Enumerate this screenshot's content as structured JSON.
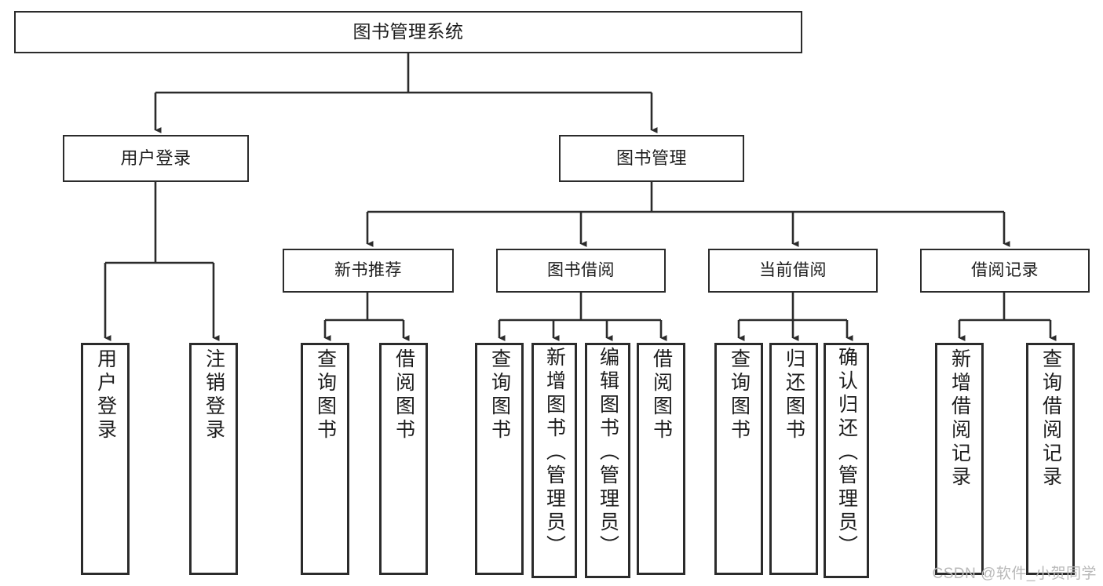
{
  "diagram": {
    "title": "图书管理系统",
    "type": "tree-hierarchy-chart",
    "root": {
      "label": "图书管理系统"
    },
    "level2": [
      {
        "label": "用户登录"
      },
      {
        "label": "图书管理"
      }
    ],
    "level3": [
      {
        "label": "新书推荐"
      },
      {
        "label": "图书借阅"
      },
      {
        "label": "当前借阅"
      },
      {
        "label": "借阅记录"
      }
    ],
    "leaves": {
      "user_login": [
        {
          "label": "用户登录"
        },
        {
          "label": "注销登录"
        }
      ],
      "new_book_recommend": [
        {
          "label": "查询图书"
        },
        {
          "label": "借阅图书"
        }
      ],
      "book_borrow": [
        {
          "label": "查询图书"
        },
        {
          "label": "新增图书（管理员）"
        },
        {
          "label": "编辑图书（管理员）"
        },
        {
          "label": "借阅图书"
        }
      ],
      "current_borrow": [
        {
          "label": "查询图书"
        },
        {
          "label": "归还图书"
        },
        {
          "label": "确认归还（管理员）"
        }
      ],
      "borrow_record": [
        {
          "label": "新增借阅记录"
        },
        {
          "label": "查询借阅记录"
        }
      ]
    }
  },
  "watermark": {
    "text": "CSDN @软件_小贺同学"
  },
  "colors": {
    "border": "#2b2b2b",
    "background": "#ffffff",
    "text": "#1c1c1c",
    "watermark": "#b9b9b9"
  }
}
